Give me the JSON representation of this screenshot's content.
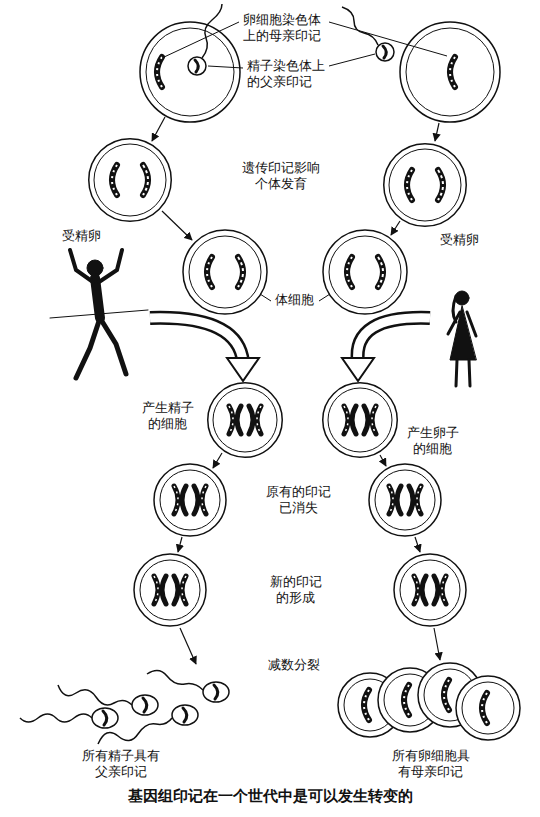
{
  "diagram": {
    "caption": "基因组印记在一个世代中是可以发生转变的",
    "nodes": [
      {
        "text": [
          "受精卵"
        ]
      },
      {
        "text": [
          "受精卵"
        ]
      },
      {
        "text": [
          "产生精子的细胞"
        ]
      },
      {
        "text": [
          "产生卵子的细胞"
        ]
      }
    ],
    "labels": [
      "卵细胞染色体上的母亲印记",
      "精子染色体上的父亲印记",
      "遗传印记影响个体发育",
      "体细胞",
      "原有的印记已消失",
      "新的印记的形成",
      "减数分裂",
      "所有精子具有父亲印记",
      "所有卵细胞具有母亲印记"
    ]
  }
}
